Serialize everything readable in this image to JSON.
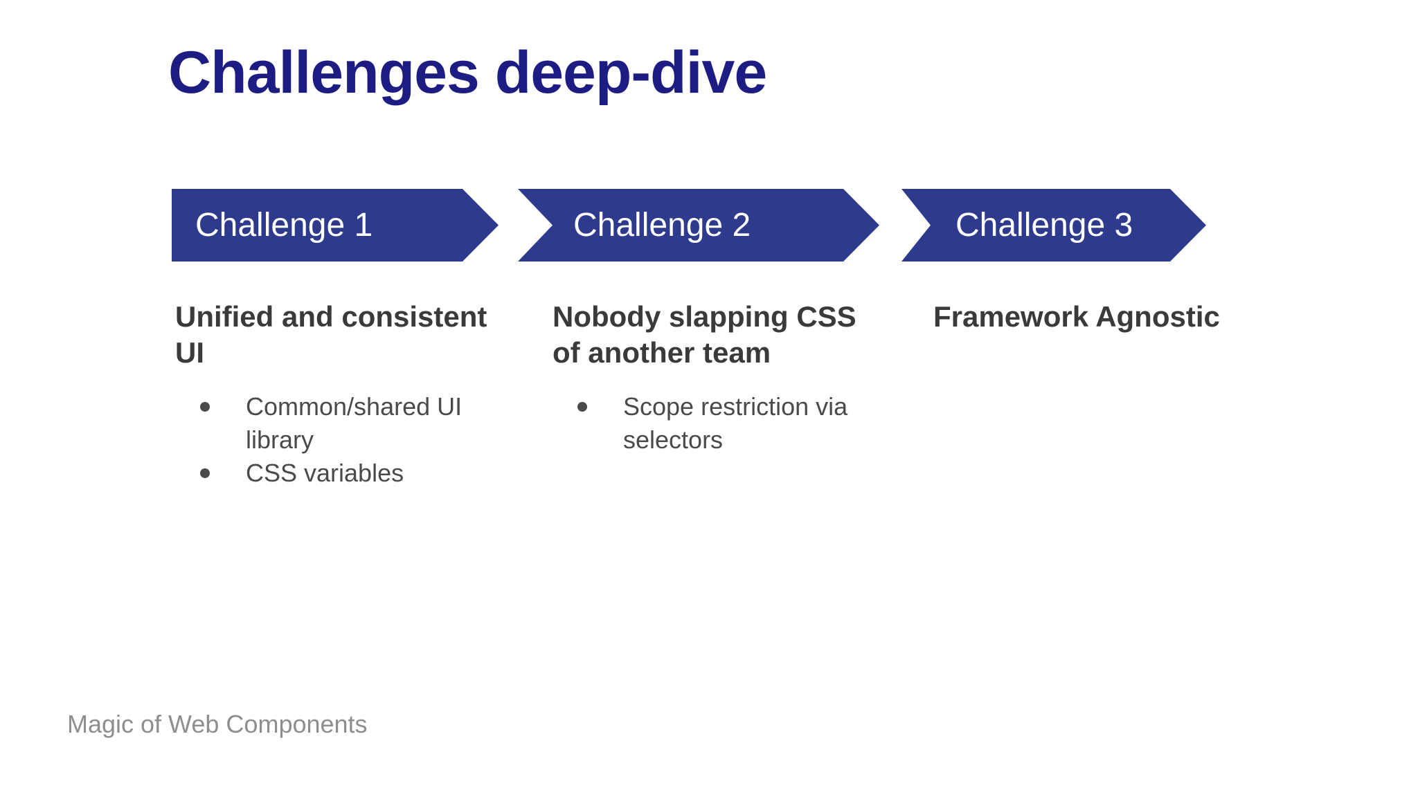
{
  "slide": {
    "title": "Challenges deep-dive",
    "footer": "Magic of Web Components",
    "colors": {
      "arrow_blue": "#2e3b8d",
      "title_navy": "#1c1c82",
      "heading_gray": "#3a3a3c",
      "body_gray": "#4a4a4b",
      "footer_gray": "#8e8e8e",
      "background": "#ffffff",
      "arrow_text": "#ffffff"
    },
    "challenges": [
      {
        "label": "Challenge 1",
        "heading_line1": "Unified and consistent",
        "heading_line2": "UI",
        "bullets": [
          "Common/shared UI library",
          "CSS variables"
        ]
      },
      {
        "label": "Challenge 2",
        "heading_line1": "Nobody slapping CSS",
        "heading_line2": "of another team",
        "bullets": [
          "Scope restriction via selectors"
        ]
      },
      {
        "label": "Challenge 3",
        "heading_line1": "Framework Agnostic",
        "heading_line2": "",
        "bullets": []
      }
    ]
  }
}
